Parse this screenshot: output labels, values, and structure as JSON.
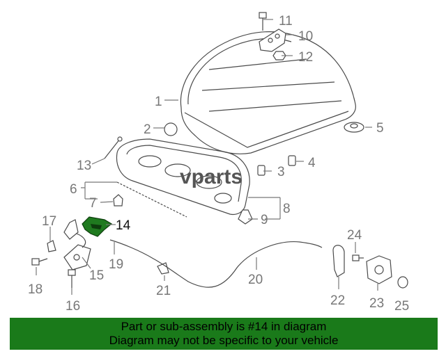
{
  "watermark": "vparts",
  "banner": {
    "line1": "Part or sub-assembly is #14 in diagram",
    "line2": "Diagram may not be specific to your vehicle"
  },
  "callouts": {
    "c1": "1",
    "c2": "2",
    "c3": "3",
    "c4": "4",
    "c5": "5",
    "c6": "6",
    "c7": "7",
    "c8": "8",
    "c9": "9",
    "c10": "10",
    "c11": "11",
    "c12": "12",
    "c13": "13",
    "c14": "14",
    "c15": "15",
    "c16": "16",
    "c17": "17",
    "c18": "18",
    "c19": "19",
    "c20": "20",
    "c21": "21",
    "c22": "22",
    "c23": "23",
    "c24": "24",
    "c25": "25"
  },
  "colors": {
    "banner": "#1a7a1a",
    "highlight": "#1f7a1f",
    "callout": "#777777"
  }
}
